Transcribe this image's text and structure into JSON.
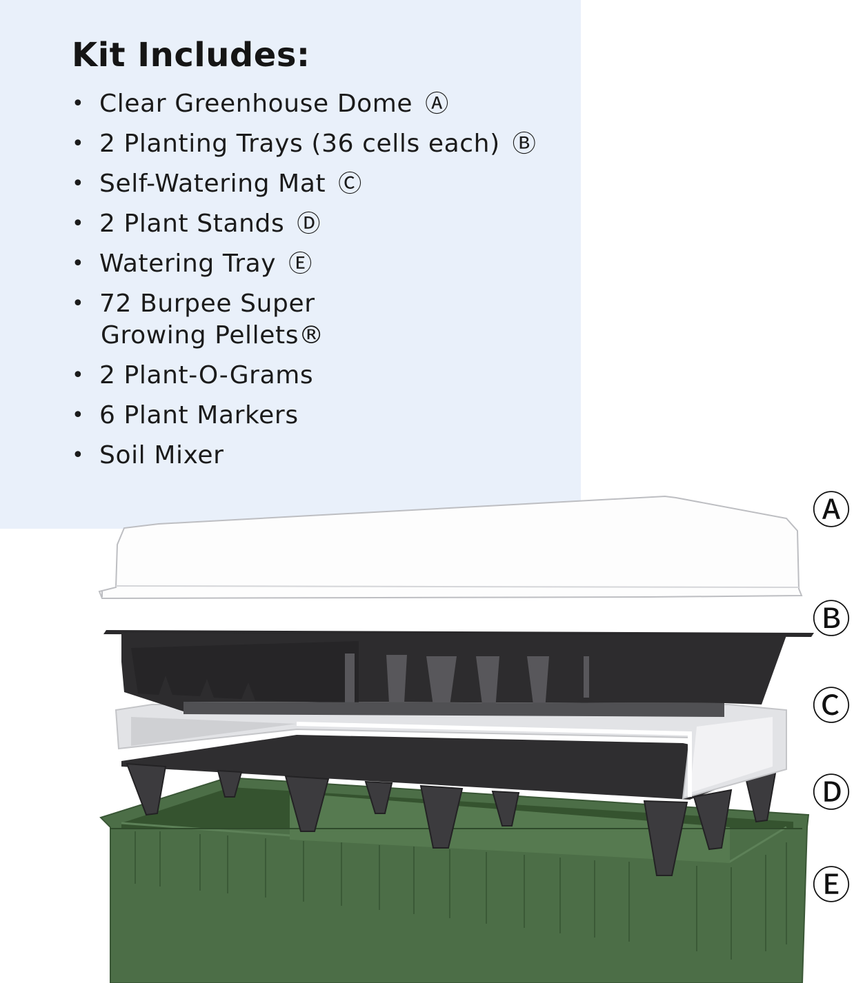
{
  "header": {
    "title": "Kit Includes:"
  },
  "items": [
    {
      "bullet": "•",
      "text": "Clear Greenhouse Dome",
      "mark": "Ⓐ"
    },
    {
      "bullet": "•",
      "text": "2 Planting Trays (36 cells each)",
      "mark": "Ⓑ"
    },
    {
      "bullet": "•",
      "text": "Self-Watering Mat",
      "mark": "Ⓒ"
    },
    {
      "bullet": "•",
      "text": "2 Plant Stands",
      "mark": "Ⓓ"
    },
    {
      "bullet": "•",
      "text": "Watering Tray",
      "mark": "Ⓔ"
    },
    {
      "bullet": "•",
      "text": "72 Burpee Super",
      "text2": "Growing Pellets®"
    },
    {
      "bullet": "•",
      "text": "2 Plant-O-Grams"
    },
    {
      "bullet": "•",
      "text": "6 Plant Markers"
    },
    {
      "bullet": "•",
      "text": "Soil Mixer"
    }
  ],
  "callouts": {
    "a": "Ⓐ",
    "b": "Ⓑ",
    "c": "Ⓒ",
    "d": "Ⓓ",
    "e": "Ⓔ"
  },
  "colors": {
    "panel": "#e9f0fa",
    "dome": "#ffffff",
    "tray": "#3a393b",
    "mat": "#e4e4e6",
    "water_tray": "#4a6b45"
  }
}
